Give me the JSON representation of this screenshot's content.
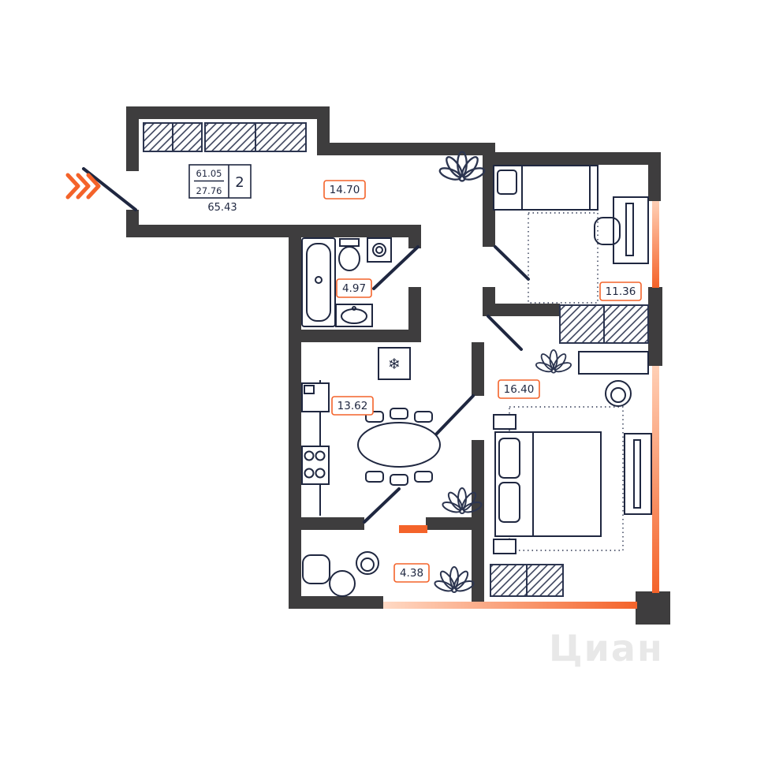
{
  "title_block": {
    "area_top": "61.05",
    "area_bottom": "27.76",
    "rooms_count": "2",
    "area_total": "65.43"
  },
  "rooms": [
    {
      "id": "hallway",
      "area": "14.70"
    },
    {
      "id": "bathroom",
      "area": "4.97"
    },
    {
      "id": "bedroom-1",
      "area": "11.36"
    },
    {
      "id": "kitchen",
      "area": "13.62"
    },
    {
      "id": "bedroom-2",
      "area": "16.40"
    },
    {
      "id": "balcony",
      "area": "4.38"
    }
  ],
  "icons": {
    "fridge": "❄"
  },
  "watermark": "Циан",
  "colors": {
    "wall": "#3e3d3e",
    "accent_orange": "#f4632a",
    "furniture_line": "#1f2740",
    "watermark_gray": "#e8e8e8"
  }
}
